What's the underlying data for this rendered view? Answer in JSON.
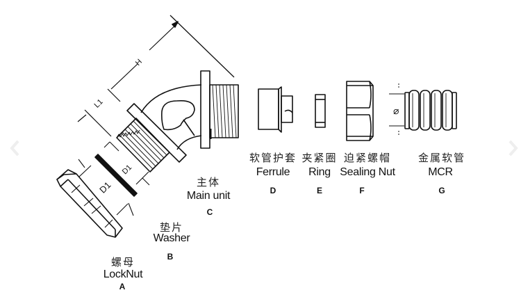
{
  "parts": [
    {
      "code": "A",
      "name_cn": "螺母",
      "name_en": "LockNut"
    },
    {
      "code": "B",
      "name_cn": "垫片",
      "name_en": "Washer"
    },
    {
      "code": "C",
      "name_cn": "主体",
      "name_en": "Main unit"
    },
    {
      "code": "D",
      "name_cn": "软管护套",
      "name_en": "Ferrule"
    },
    {
      "code": "E",
      "name_cn": "夹紧圈",
      "name_en": "Ring"
    },
    {
      "code": "F",
      "name_cn": "迫紧螺帽",
      "name_en": "Sealing Nut"
    },
    {
      "code": "G",
      "name_cn": "金属软管",
      "name_en": "MCR"
    }
  ],
  "dimensions": {
    "h": "H",
    "l1": "L1",
    "d1_locknut": "D1",
    "d1_thread": "D1",
    "diameter": "⌀"
  },
  "nav": {
    "prev_icon": "chevron-left-icon",
    "next_icon": "chevron-right-icon"
  },
  "colors": {
    "line": "#111111",
    "nav": "#eeeeee"
  }
}
